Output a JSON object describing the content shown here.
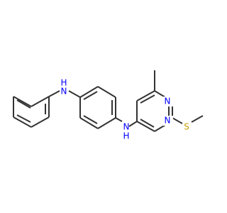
{
  "molecule": {
    "atoms": {
      "nh_top": {
        "label": "N",
        "sublabel": "H"
      },
      "nh_bottom": {
        "label": "N",
        "sublabel": "H"
      },
      "ring_n_upper": {
        "label": "N"
      },
      "ring_n_lower": {
        "label": "N"
      },
      "sulfur": {
        "label": "S"
      }
    },
    "colors": {
      "bond": "#333333",
      "nitrogen": "#0000ff",
      "sulfur": "#c8a000",
      "background": "#ffffff"
    }
  }
}
